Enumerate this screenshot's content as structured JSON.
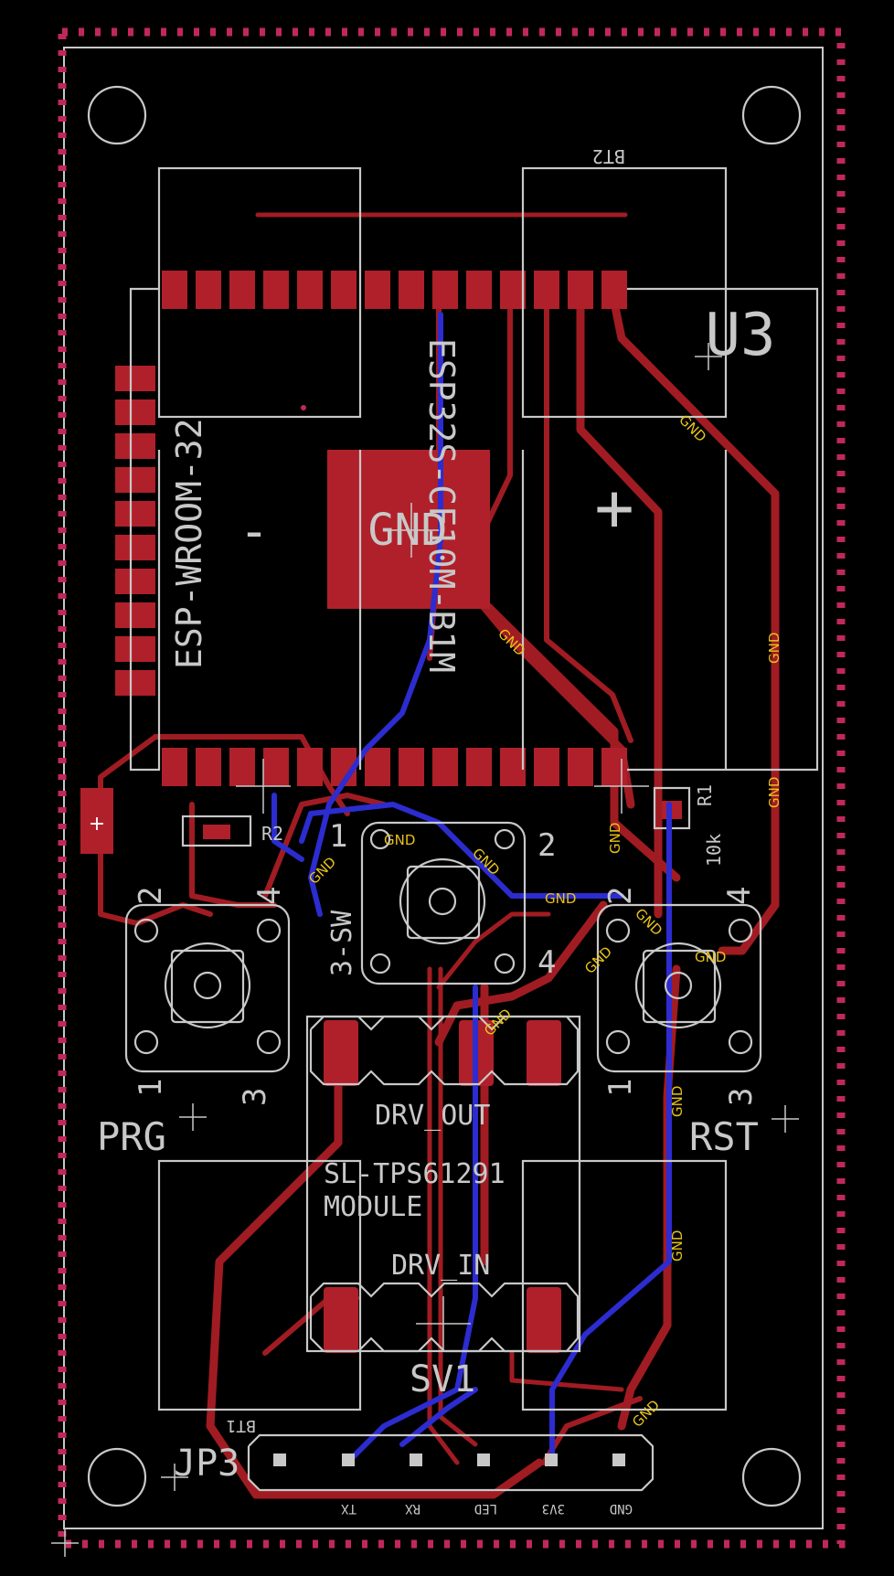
{
  "colors": {
    "background": "#000000",
    "board_edge": "#c8c8c8",
    "keepout_dots": "#c0285a",
    "copper_top": "#a01c22",
    "copper_bottom": "#2c2cd0",
    "silkscreen": "#c8c8c8",
    "net_label": "#e8c21a"
  },
  "parts": {
    "esp_module": "ESP-WROOM-32",
    "esp32_socket": "ESP32S-CF10M-B1M",
    "gnd_plane": "GND",
    "u3": "U3",
    "bt2": "BT2",
    "bt1": "BT1",
    "r1": "R1",
    "r1_value": "10k",
    "r2": "R2",
    "sw_middle": "3-SW",
    "prg": "PRG",
    "rst": "RST",
    "drv_out": "DRV_OUT",
    "module_line1": "SL-TPS61291",
    "module_line2": "MODULE",
    "drv_in": "DRV_IN",
    "sv1": "SV1",
    "jp3": "JP3",
    "plus_sign": "+",
    "minus_sign": "-"
  },
  "pin_numbers": {
    "one": "1",
    "two": "2",
    "three": "3",
    "four": "4"
  },
  "net_labels": {
    "gnd": "GND"
  },
  "header_pins": [
    "TX",
    "RX",
    "LED",
    "3V3",
    "GND"
  ]
}
